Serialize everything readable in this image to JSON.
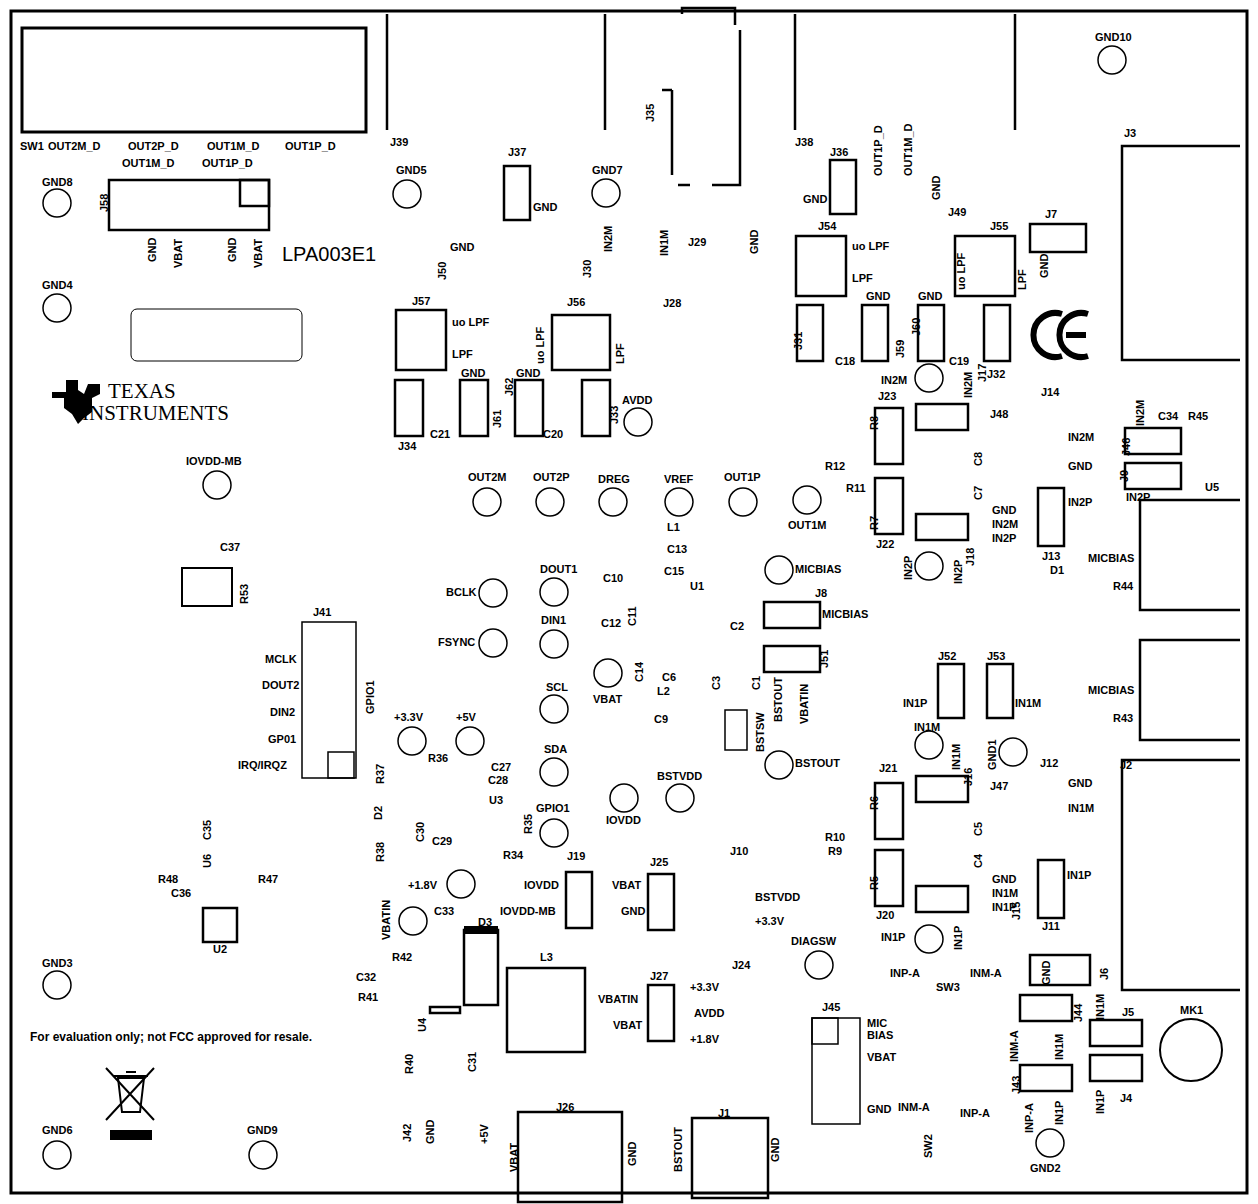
{
  "diagram": {
    "labels": [
      "SW1",
      "OUT2M_D",
      "OUT2P_D",
      "OUT1M_D",
      "OUT1P_D",
      "OUT1M_D",
      "OUT1P_D",
      "J58",
      "GND",
      "VBAT",
      "GND",
      "VBAT",
      "GND8",
      "GND4",
      "LPA003E1",
      "J39",
      "J37",
      "GND5",
      "GND",
      "GND7",
      "GND",
      "J50",
      "J30",
      "IN2M",
      "IN1M",
      "J29",
      "GND",
      "J28",
      "J35",
      "J38",
      "J36",
      "GND",
      "OUT1P_D",
      "OUT1M_D",
      "GND",
      "J49",
      "J54",
      "uo LPF",
      "LPF",
      "J55",
      "J7",
      "GND",
      "uo LPF",
      "LPF",
      "J3",
      "GND10",
      "J57",
      "uo LPF",
      "LPF",
      "J56",
      "uo LPF",
      "LPF",
      "GND",
      "GND",
      "J62",
      "J61",
      "J34",
      "C21",
      "C20",
      "J33",
      "AVDD",
      "TEXAS",
      "INSTRUMENTS",
      "J31",
      "GND",
      "GND",
      "C18",
      "J59",
      "J60",
      "C19",
      "IN2M",
      "IN2M",
      "J17",
      "J32",
      "J14",
      "IN2M",
      "J46",
      "IN2M",
      "C34",
      "R45",
      "GND",
      "J9",
      "IN2P",
      "U5",
      "J23",
      "R8",
      "J48",
      "C8",
      "R12",
      "C7",
      "R11",
      "R7",
      "J22",
      "GND",
      "IN2M",
      "IN2P",
      "J13",
      "D1",
      "IN2P",
      "IN2P",
      "IN2P",
      "J18",
      "MICBIAS",
      "R44",
      "OUT2M",
      "OUT2P",
      "DREG",
      "VREF",
      "OUT1P",
      "OUT1M",
      "IOVDD-MB",
      "C37",
      "R53",
      "L1",
      "C13",
      "C15",
      "C10",
      "C11",
      "U1",
      "DOUT1",
      "BCLK",
      "DIN1",
      "FSYNC",
      "C12",
      "C2",
      "C14",
      "C6",
      "L2",
      "VBAT",
      "C3",
      "C1",
      "MICBIAS",
      "J8",
      "MICBIAS",
      "J51",
      "BSTOUT",
      "VBATIN",
      "SCL",
      "SDA",
      "C9",
      "BSTSW",
      "J41",
      "MCLK",
      "DOUT2",
      "DIN2",
      "GP01",
      "IRQ/IRQZ",
      "GPIO1",
      "J52",
      "J53",
      "IN1P",
      "IN1M",
      "MICBIAS",
      "R43",
      "IN1M",
      "IN1M",
      "J16",
      "GND1",
      "J12",
      "GND",
      "IN1M",
      "J2",
      "BSTOUT",
      "BSTVDD",
      "IOVDD",
      "GPIO1",
      "+3.3V",
      "+5V",
      "R36",
      "C27",
      "C28",
      "U3",
      "R37",
      "D2",
      "R35",
      "C30",
      "C29",
      "R34",
      "R38",
      "J21",
      "J47",
      "R6",
      "C5",
      "R10",
      "R9",
      "C4",
      "R5",
      "J20",
      "GND",
      "IN1M",
      "IN1P",
      "J15",
      "J11",
      "IN1P",
      "J10",
      "BSTVDD",
      "+3.3V",
      "IN1P",
      "IN1P",
      "DIAGSW",
      "J19",
      "IOVDD",
      "IOVDD-MB",
      "J25",
      "VBAT",
      "GND",
      "+1.8V",
      "C33",
      "VBATIN",
      "D3",
      "R48",
      "U6",
      "C35",
      "R47",
      "C36",
      "U2",
      "GND3",
      "L3",
      "R42",
      "C32",
      "R41",
      "U4",
      "R40",
      "C31",
      "J24",
      "J27",
      "+3.3V",
      "VBATIN",
      "AVDD",
      "VBAT",
      "+1.8V",
      "INP-A",
      "INM-A",
      "SW3",
      "GND",
      "J6",
      "J45",
      "MIC BIAS",
      "VBAT",
      "GND",
      "INM-A",
      "J44",
      "INM-A",
      "IN1M",
      "IN1M",
      "J5",
      "MK1",
      "J43",
      "INP-A",
      "INP-A",
      "IN1P",
      "IN1P",
      "J4",
      "GND2",
      "SW2",
      "For evaluation only; not FCC approved for resale.",
      "J42",
      "GND",
      "+5V",
      "J26",
      "VBAT",
      "GND",
      "BSTOUT",
      "J1",
      "GND",
      "GND6",
      "GND9"
    ]
  }
}
